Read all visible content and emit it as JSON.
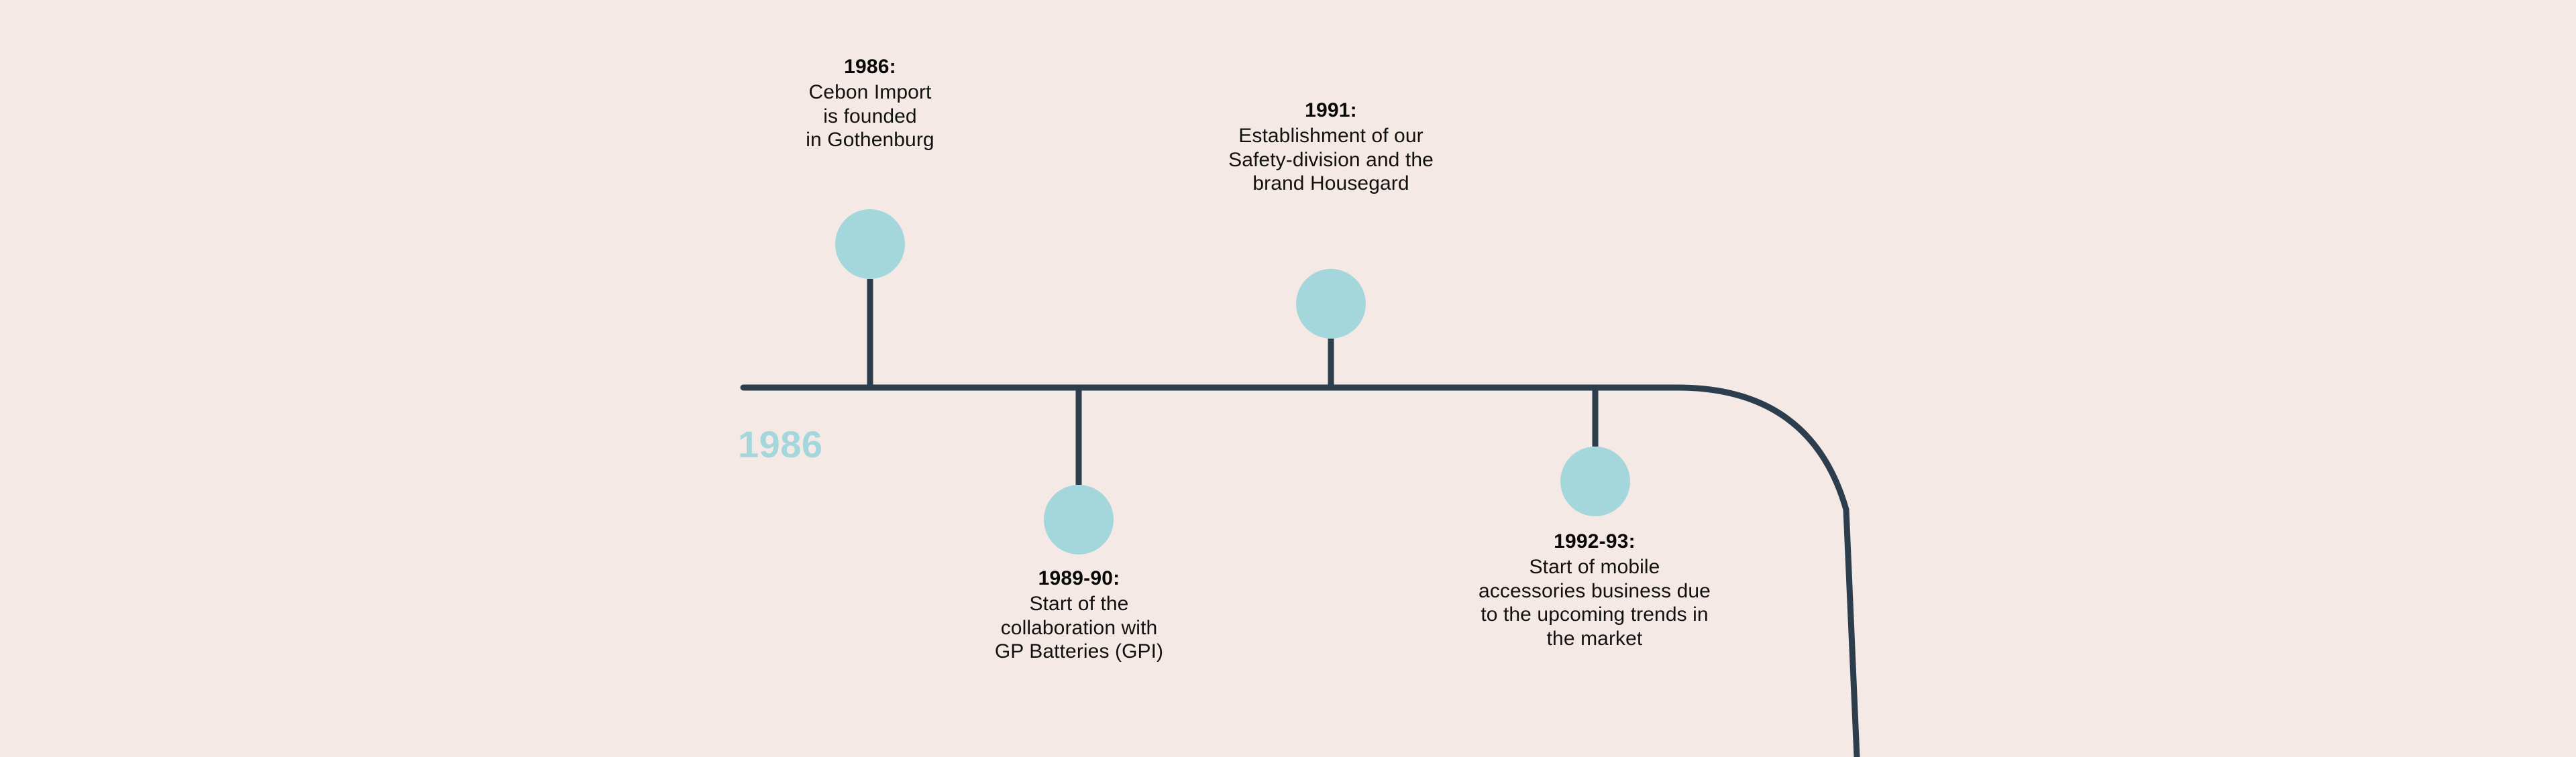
{
  "theme": {
    "background": "#F4E9E5",
    "line_color": "#2C3E4D",
    "node_color": "#A3D7DC",
    "heading_color": "#080808",
    "body_color": "#111111",
    "era_label_color": "#A3D7DC"
  },
  "era_label": "1986",
  "milestones": [
    {
      "id": "1986",
      "year": "1986:",
      "body": "Cebon Import\nis founded\nin Gothenburg",
      "position": "above"
    },
    {
      "id": "1989-90",
      "year": "1989-90:",
      "body": "Start of the\ncollaboration with\nGP Batteries (GPI)",
      "position": "below"
    },
    {
      "id": "1991",
      "year": "1991:",
      "body": "Establishment of our\nSafety-division and the\nbrand Housegard",
      "position": "above"
    },
    {
      "id": "1992-93",
      "year": "1992-93:",
      "body": "Start of mobile\naccessories business due\nto the upcoming trends in\nthe market",
      "position": "below"
    }
  ]
}
